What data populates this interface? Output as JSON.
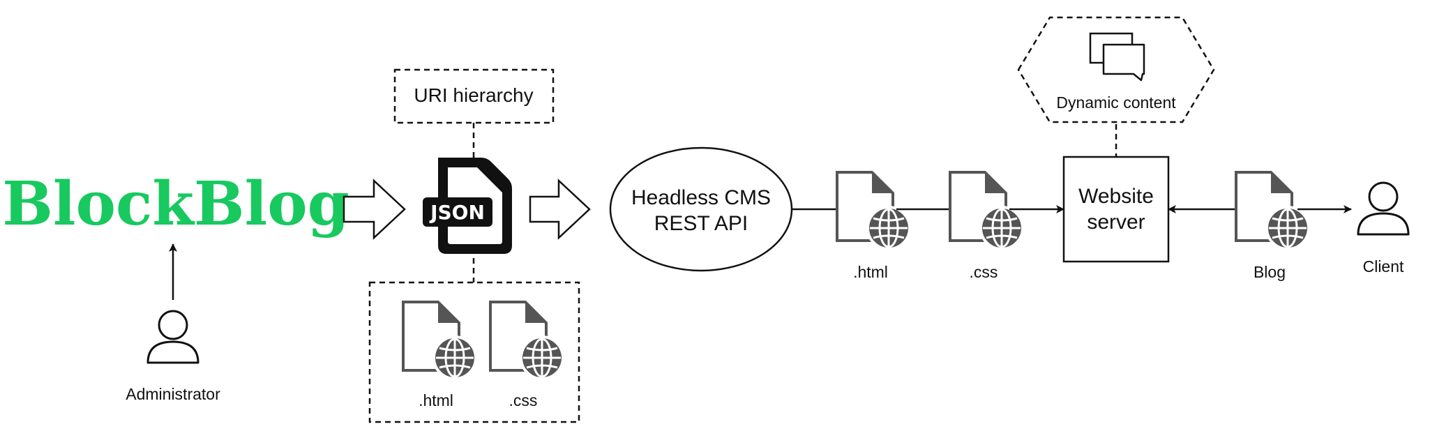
{
  "brand": {
    "name": "BlockBlog",
    "color": "#18c95f"
  },
  "administrator": {
    "label": "Administrator"
  },
  "json_file": {
    "badge": "JSON"
  },
  "uri_box": {
    "label": "URI hierarchy"
  },
  "template_files": [
    {
      "label": ".html"
    },
    {
      "label": ".css"
    }
  ],
  "cms": {
    "line1": "Headless CMS",
    "line2": "REST API"
  },
  "flow_files": [
    {
      "label": ".html"
    },
    {
      "label": ".css"
    }
  ],
  "server": {
    "line1": "Website",
    "line2": "server"
  },
  "dynamic": {
    "label": "Dynamic content"
  },
  "blog_file": {
    "label": "Blog"
  },
  "client": {
    "label": "Client"
  },
  "colors": {
    "icon_gray": "#555555",
    "stroke": "#111111"
  }
}
